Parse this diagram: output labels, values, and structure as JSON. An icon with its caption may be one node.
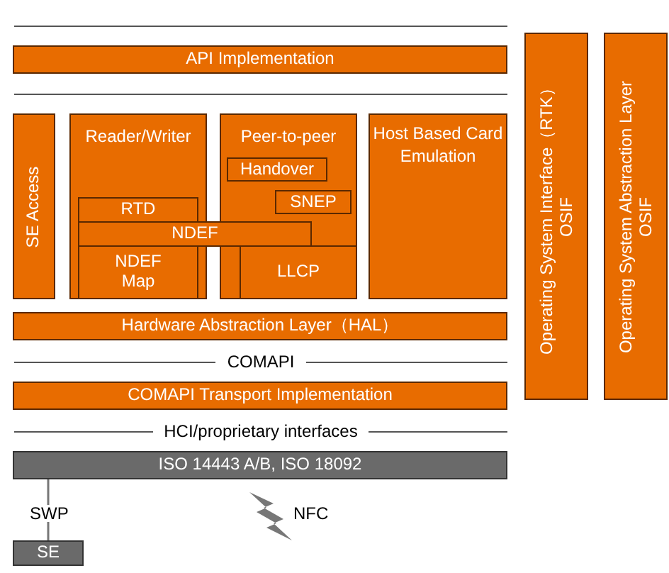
{
  "diagram": {
    "nodes": [
      {
        "text": [
          "API Implementation"
        ]
      },
      {
        "text": [
          "SE Access"
        ]
      },
      {
        "text": [
          "Reader/Writer"
        ]
      },
      {
        "text": [
          "RTD"
        ],
        "in": 2
      },
      {
        "text": [
          "NDEF"
        ]
      },
      {
        "text": [
          "NDEF Map"
        ],
        "in": 2
      },
      {
        "text": [
          "Peer-to-peer"
        ]
      },
      {
        "text": [
          "Handover"
        ],
        "in": 6
      },
      {
        "text": [
          "SNEP"
        ],
        "in": 6
      },
      {
        "text": [
          "LLCP"
        ],
        "in": 6
      },
      {
        "text": [
          "Host Based Card Emulation"
        ]
      },
      {
        "text": [
          "Hardware Abstraction Layer（HAL）"
        ]
      },
      {
        "text": [
          "COMAPI Transport Implementation"
        ]
      },
      {
        "text": [
          "ISO 14443 A/B, ISO 18092"
        ]
      },
      {
        "text": [
          "SE"
        ]
      },
      {
        "text": [
          "Operating System Interface（RTK）",
          "OSIF"
        ]
      },
      {
        "text": [
          "Operating System Abstraction Layer",
          "OSIF"
        ]
      }
    ],
    "edges": [
      {
        "from": 13,
        "to": 14,
        "arrow": "none",
        "label": "SWP"
      }
    ],
    "labels": [
      "COMAPI",
      "HCI/proprietary interfaces",
      "NFC"
    ]
  }
}
